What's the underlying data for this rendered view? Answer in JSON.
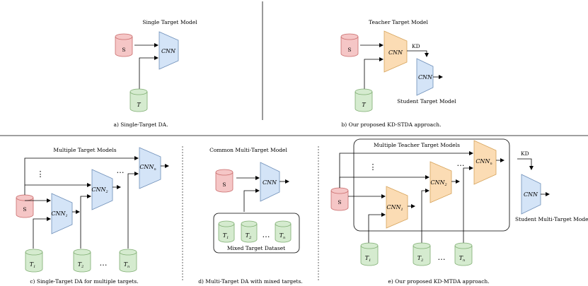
{
  "colors": {
    "source_fill": "#f5c6c6",
    "source_stroke": "#c96b6b",
    "target_fill": "#d5ebcf",
    "target_stroke": "#7fae72",
    "student_fill": "#d4e4f7",
    "student_stroke": "#6d8eb8",
    "teacher_fill": "#fbdcb4",
    "teacher_stroke": "#d6a35a"
  },
  "panel_a": {
    "title": "Single Target Model",
    "source": "S",
    "target": "T",
    "cnn": "CNN",
    "caption": "a) Single-Target DA."
  },
  "panel_b": {
    "title": "Teacher Target Model",
    "source": "S",
    "target": "T",
    "teacher_cnn": "CNN",
    "kd": "KD",
    "student_cnn": "CNN",
    "student_label": "Student Target Model",
    "caption": "b) Our proposed KD-STDA approach."
  },
  "panel_c": {
    "title": "Multiple Target Models",
    "source": "S",
    "cnn_1": "CNN",
    "cnn_1_sub": "1",
    "cnn_2": "CNN",
    "cnn_2_sub": "2",
    "cnn_n": "CNN",
    "cnn_n_sub": "n",
    "t1": "T",
    "t1_sub": "1",
    "t2": "T",
    "t2_sub": "2",
    "tn": "T",
    "tn_sub": "n",
    "ellipsis": "…",
    "vdots": "⋮",
    "caption": "c) Single-Target DA for multiple targets."
  },
  "panel_d": {
    "title": "Common Multi-Target Model",
    "source": "S",
    "cnn": "CNN",
    "t1": "T",
    "t1_sub": "1",
    "t2": "T",
    "t2_sub": "2",
    "tn": "T",
    "tn_sub": "n",
    "ellipsis": "…",
    "dataset_label": "Mixed Target Dataset",
    "caption": "d) Multi-Target DA with mixed targets."
  },
  "panel_e": {
    "title": "Multiple Teacher Target Models",
    "source": "S",
    "cnn_1": "CNN",
    "cnn_1_sub": "1",
    "cnn_2": "CNN",
    "cnn_2_sub": "2",
    "cnn_n": "CNN",
    "cnn_n_sub": "n",
    "t1": "T",
    "t1_sub": "1",
    "t2": "T",
    "t2_sub": "2",
    "tn": "T",
    "tn_sub": "n",
    "ellipsis": "…",
    "vdots": "⋮",
    "kd": "KD",
    "student_cnn": "CNN",
    "student_label": "Student Multi-Target Model",
    "caption": "e) Our proposed KD-MTDA approach."
  }
}
